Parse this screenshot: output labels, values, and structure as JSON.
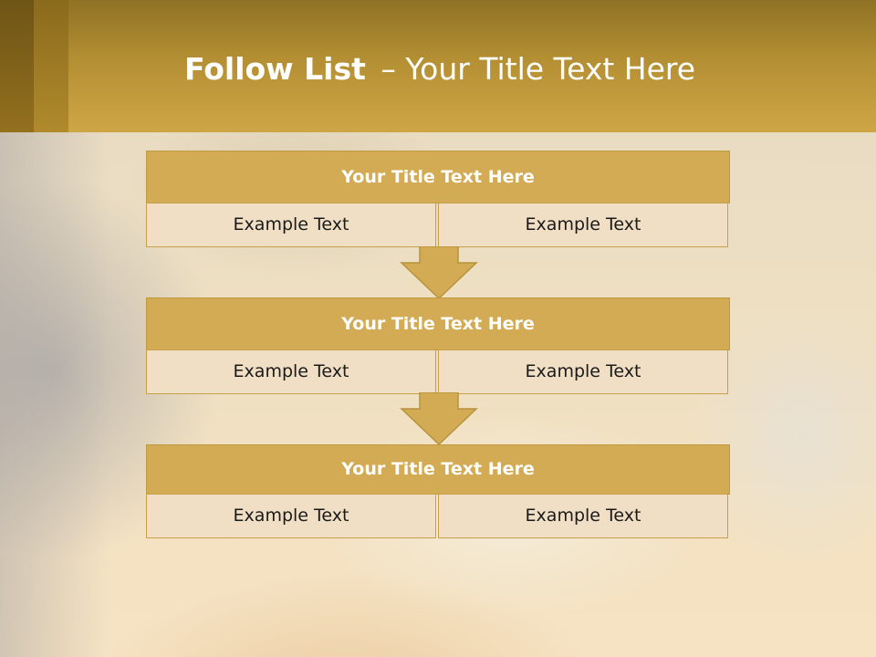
{
  "slide": {
    "title_bold": "Follow List",
    "title_rest": "– Your Title Text Here"
  },
  "blocks": [
    {
      "title": "Your Title Text Here",
      "left_text": "Example Text",
      "right_text": "Example Text"
    },
    {
      "title": "Your Title Text Here",
      "left_text": "Example Text",
      "right_text": "Example Text"
    },
    {
      "title": "Your Title Text Here",
      "left_text": "Example Text",
      "right_text": "Example Text"
    }
  ],
  "colors": {
    "title_fill": "#d3ab55",
    "cell_fill": "#f0dfc4",
    "arrow_fill": "#d3ab55",
    "banner": "#c9a040"
  }
}
